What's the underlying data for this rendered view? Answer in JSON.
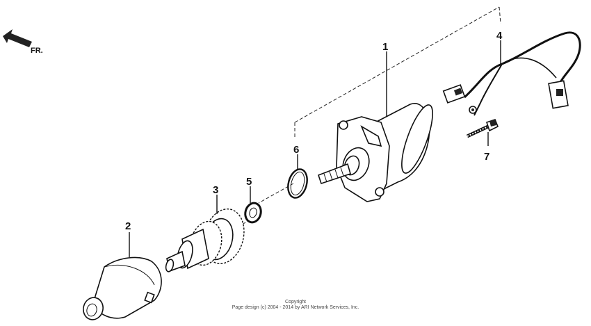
{
  "direction_label": "FR.",
  "callouts": {
    "p1": "1",
    "p2": "2",
    "p3": "3",
    "p4": "4",
    "p5": "5",
    "p6": "6",
    "p7": "7"
  },
  "copyright": {
    "line1": "Copyright",
    "line2": "Page design (c) 2004 - 2014 by ARI Network Services, Inc."
  }
}
